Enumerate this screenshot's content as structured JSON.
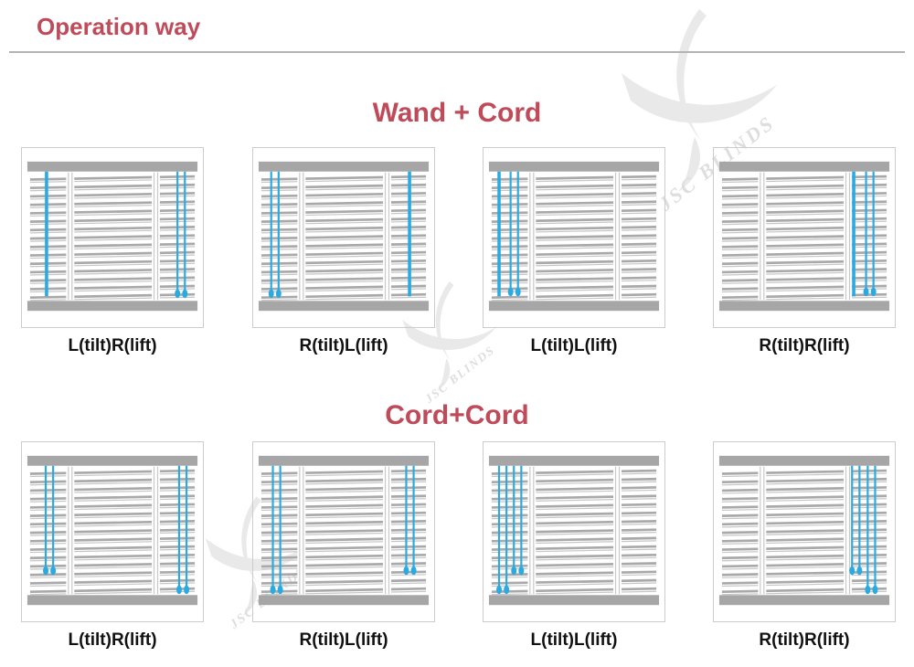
{
  "header": {
    "title": "Operation way"
  },
  "watermark": {
    "text": "JSC BLINDS"
  },
  "colors": {
    "accent_red": "#bf4b5a",
    "divider_gray": "#b3b3b3",
    "cord_blue": "#29abe2",
    "slat_gray": "#a9a9a9",
    "slat_light_gray": "#c6c6c6",
    "rail_gray": "#a6a6a6",
    "ladder_gray": "#c9c9c9",
    "box_border": "#cccccc",
    "label_black": "#111111",
    "watermark_gray": "#e9e9e9",
    "watermark_text_gray": "#dedede"
  },
  "blind": {
    "slat_count": 15,
    "ladder_positions": [
      0.23,
      0.75
    ]
  },
  "sections": [
    {
      "title": "Wand + Cord",
      "items": [
        {
          "label": "L(tilt)R(lift)",
          "controls": [
            {
              "kind": "wand",
              "x": 0.1,
              "end": 164,
              "tassel": false
            },
            {
              "kind": "cord",
              "x": 0.895,
              "end": 157,
              "tassel": true
            },
            {
              "kind": "cord",
              "x": 0.94,
              "end": 157,
              "tassel": true
            }
          ]
        },
        {
          "label": "R(tilt)L(lift)",
          "controls": [
            {
              "kind": "cord",
              "x": 0.06,
              "end": 157,
              "tassel": true
            },
            {
              "kind": "cord",
              "x": 0.105,
              "end": 157,
              "tassel": true
            },
            {
              "kind": "wand",
              "x": 0.9,
              "end": 164,
              "tassel": false
            }
          ]
        },
        {
          "label": "L(tilt)L(lift)",
          "controls": [
            {
              "kind": "wand",
              "x": 0.045,
              "end": 164,
              "tassel": false
            },
            {
              "kind": "cord",
              "x": 0.115,
              "end": 155,
              "tassel": true
            },
            {
              "kind": "cord",
              "x": 0.16,
              "end": 155,
              "tassel": true
            }
          ]
        },
        {
          "label": "R(tilt)R(lift)",
          "controls": [
            {
              "kind": "wand",
              "x": 0.8,
              "end": 164,
              "tassel": false
            },
            {
              "kind": "cord",
              "x": 0.875,
              "end": 155,
              "tassel": true
            },
            {
              "kind": "cord",
              "x": 0.92,
              "end": 155,
              "tassel": true
            }
          ]
        }
      ]
    },
    {
      "title": "Cord+Cord",
      "items": [
        {
          "label": "L(tilt)R(lift)",
          "controls": [
            {
              "kind": "cord",
              "x": 0.095,
              "end": 138,
              "tassel": true
            },
            {
              "kind": "cord",
              "x": 0.14,
              "end": 138,
              "tassel": true
            },
            {
              "kind": "cord",
              "x": 0.905,
              "end": 159,
              "tassel": true
            },
            {
              "kind": "cord",
              "x": 0.95,
              "end": 159,
              "tassel": true
            }
          ]
        },
        {
          "label": "R(tilt)L(lift)",
          "controls": [
            {
              "kind": "cord",
              "x": 0.07,
              "end": 159,
              "tassel": true
            },
            {
              "kind": "cord",
              "x": 0.115,
              "end": 159,
              "tassel": true
            },
            {
              "kind": "cord",
              "x": 0.88,
              "end": 138,
              "tassel": true
            },
            {
              "kind": "cord",
              "x": 0.925,
              "end": 138,
              "tassel": true
            }
          ]
        },
        {
          "label": "L(tilt)L(lift)",
          "controls": [
            {
              "kind": "cord",
              "x": 0.045,
              "end": 159,
              "tassel": true
            },
            {
              "kind": "cord",
              "x": 0.09,
              "end": 159,
              "tassel": true
            },
            {
              "kind": "cord",
              "x": 0.135,
              "end": 138,
              "tassel": true
            },
            {
              "kind": "cord",
              "x": 0.18,
              "end": 138,
              "tassel": true
            }
          ]
        },
        {
          "label": "R(tilt)R(lift)",
          "controls": [
            {
              "kind": "cord",
              "x": 0.79,
              "end": 138,
              "tassel": true
            },
            {
              "kind": "cord",
              "x": 0.835,
              "end": 138,
              "tassel": true
            },
            {
              "kind": "cord",
              "x": 0.885,
              "end": 159,
              "tassel": true
            },
            {
              "kind": "cord",
              "x": 0.93,
              "end": 159,
              "tassel": true
            }
          ]
        }
      ]
    }
  ],
  "layout": {
    "cell_lefts": [
      23,
      276,
      528,
      780
    ],
    "row_tops": [
      161,
      483
    ]
  }
}
